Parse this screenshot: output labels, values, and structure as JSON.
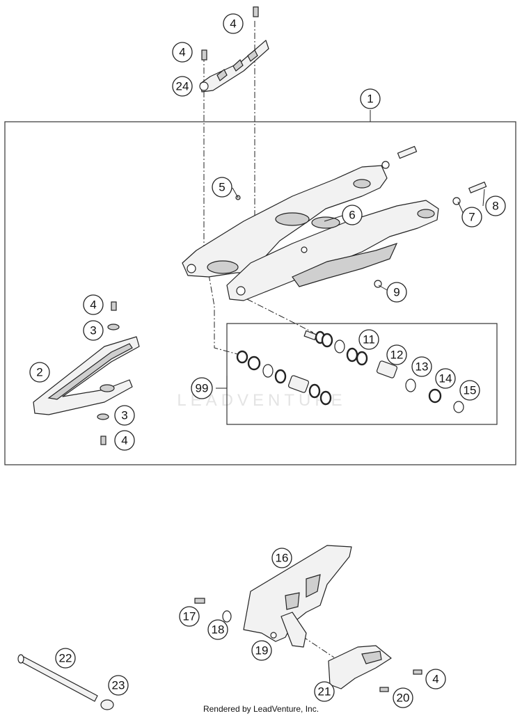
{
  "watermark": "LEADVENTURE",
  "footer_text": "Rendered by LeadVenture, Inc.",
  "callouts": [
    {
      "label": "4",
      "name": "callout-4-a"
    },
    {
      "label": "4",
      "name": "callout-4-b"
    },
    {
      "label": "24",
      "name": "callout-24"
    },
    {
      "label": "1",
      "name": "callout-1"
    },
    {
      "label": "5",
      "name": "callout-5"
    },
    {
      "label": "6",
      "name": "callout-6"
    },
    {
      "label": "7",
      "name": "callout-7"
    },
    {
      "label": "8",
      "name": "callout-8"
    },
    {
      "label": "9",
      "name": "callout-9"
    },
    {
      "label": "4",
      "name": "callout-4-c"
    },
    {
      "label": "3",
      "name": "callout-3-a"
    },
    {
      "label": "2",
      "name": "callout-2"
    },
    {
      "label": "3",
      "name": "callout-3-b"
    },
    {
      "label": "4",
      "name": "callout-4-d"
    },
    {
      "label": "11",
      "name": "callout-11"
    },
    {
      "label": "12",
      "name": "callout-12"
    },
    {
      "label": "13",
      "name": "callout-13"
    },
    {
      "label": "14",
      "name": "callout-14"
    },
    {
      "label": "15",
      "name": "callout-15"
    },
    {
      "label": "99",
      "name": "callout-99"
    },
    {
      "label": "16",
      "name": "callout-16"
    },
    {
      "label": "17",
      "name": "callout-17"
    },
    {
      "label": "18",
      "name": "callout-18"
    },
    {
      "label": "19",
      "name": "callout-19"
    },
    {
      "label": "4",
      "name": "callout-4-e"
    },
    {
      "label": "22",
      "name": "callout-22"
    },
    {
      "label": "23",
      "name": "callout-23"
    },
    {
      "label": "21",
      "name": "callout-21"
    },
    {
      "label": "20",
      "name": "callout-20"
    }
  ]
}
